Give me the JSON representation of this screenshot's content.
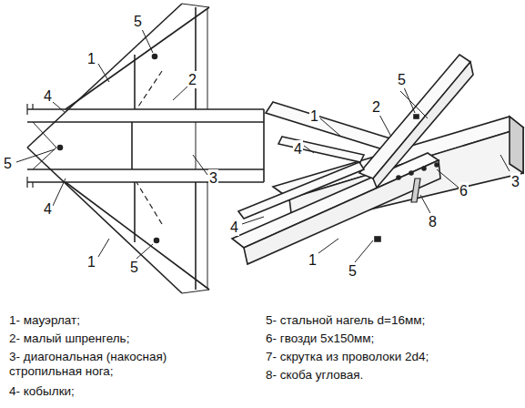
{
  "diagram": {
    "labels": [
      "5",
      "1",
      "2",
      "4",
      "5",
      "3",
      "4",
      "1",
      "5",
      "5",
      "1",
      "2",
      "4",
      "4",
      "6",
      "3",
      "8",
      "1",
      "5",
      "1- мауэрлат;",
      "2- малый шпренгель;",
      "3- диагональная (накосная) стропильная нога;",
      "4- кобылки;",
      "5- стальной нагель d=16мм;",
      "6- гвозди 5х150мм;",
      "7- скрутка из проволоки 2d4;",
      "8- скоба угловая."
    ]
  }
}
